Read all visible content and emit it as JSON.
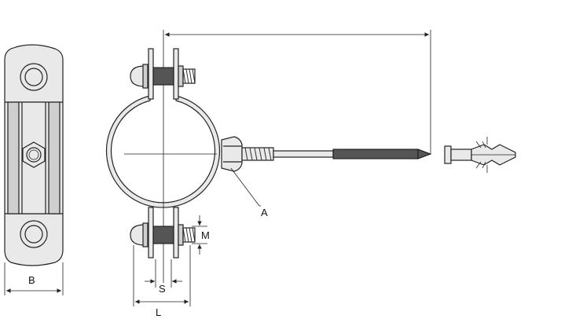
{
  "labels": {
    "a": "A",
    "m": "M",
    "s": "S",
    "l": "L",
    "b": "B"
  },
  "colors": {
    "line": "#222222",
    "fill_light": "#e9e9e9",
    "fill_mid": "#cfcfcf",
    "fill_dark": "#555555"
  }
}
